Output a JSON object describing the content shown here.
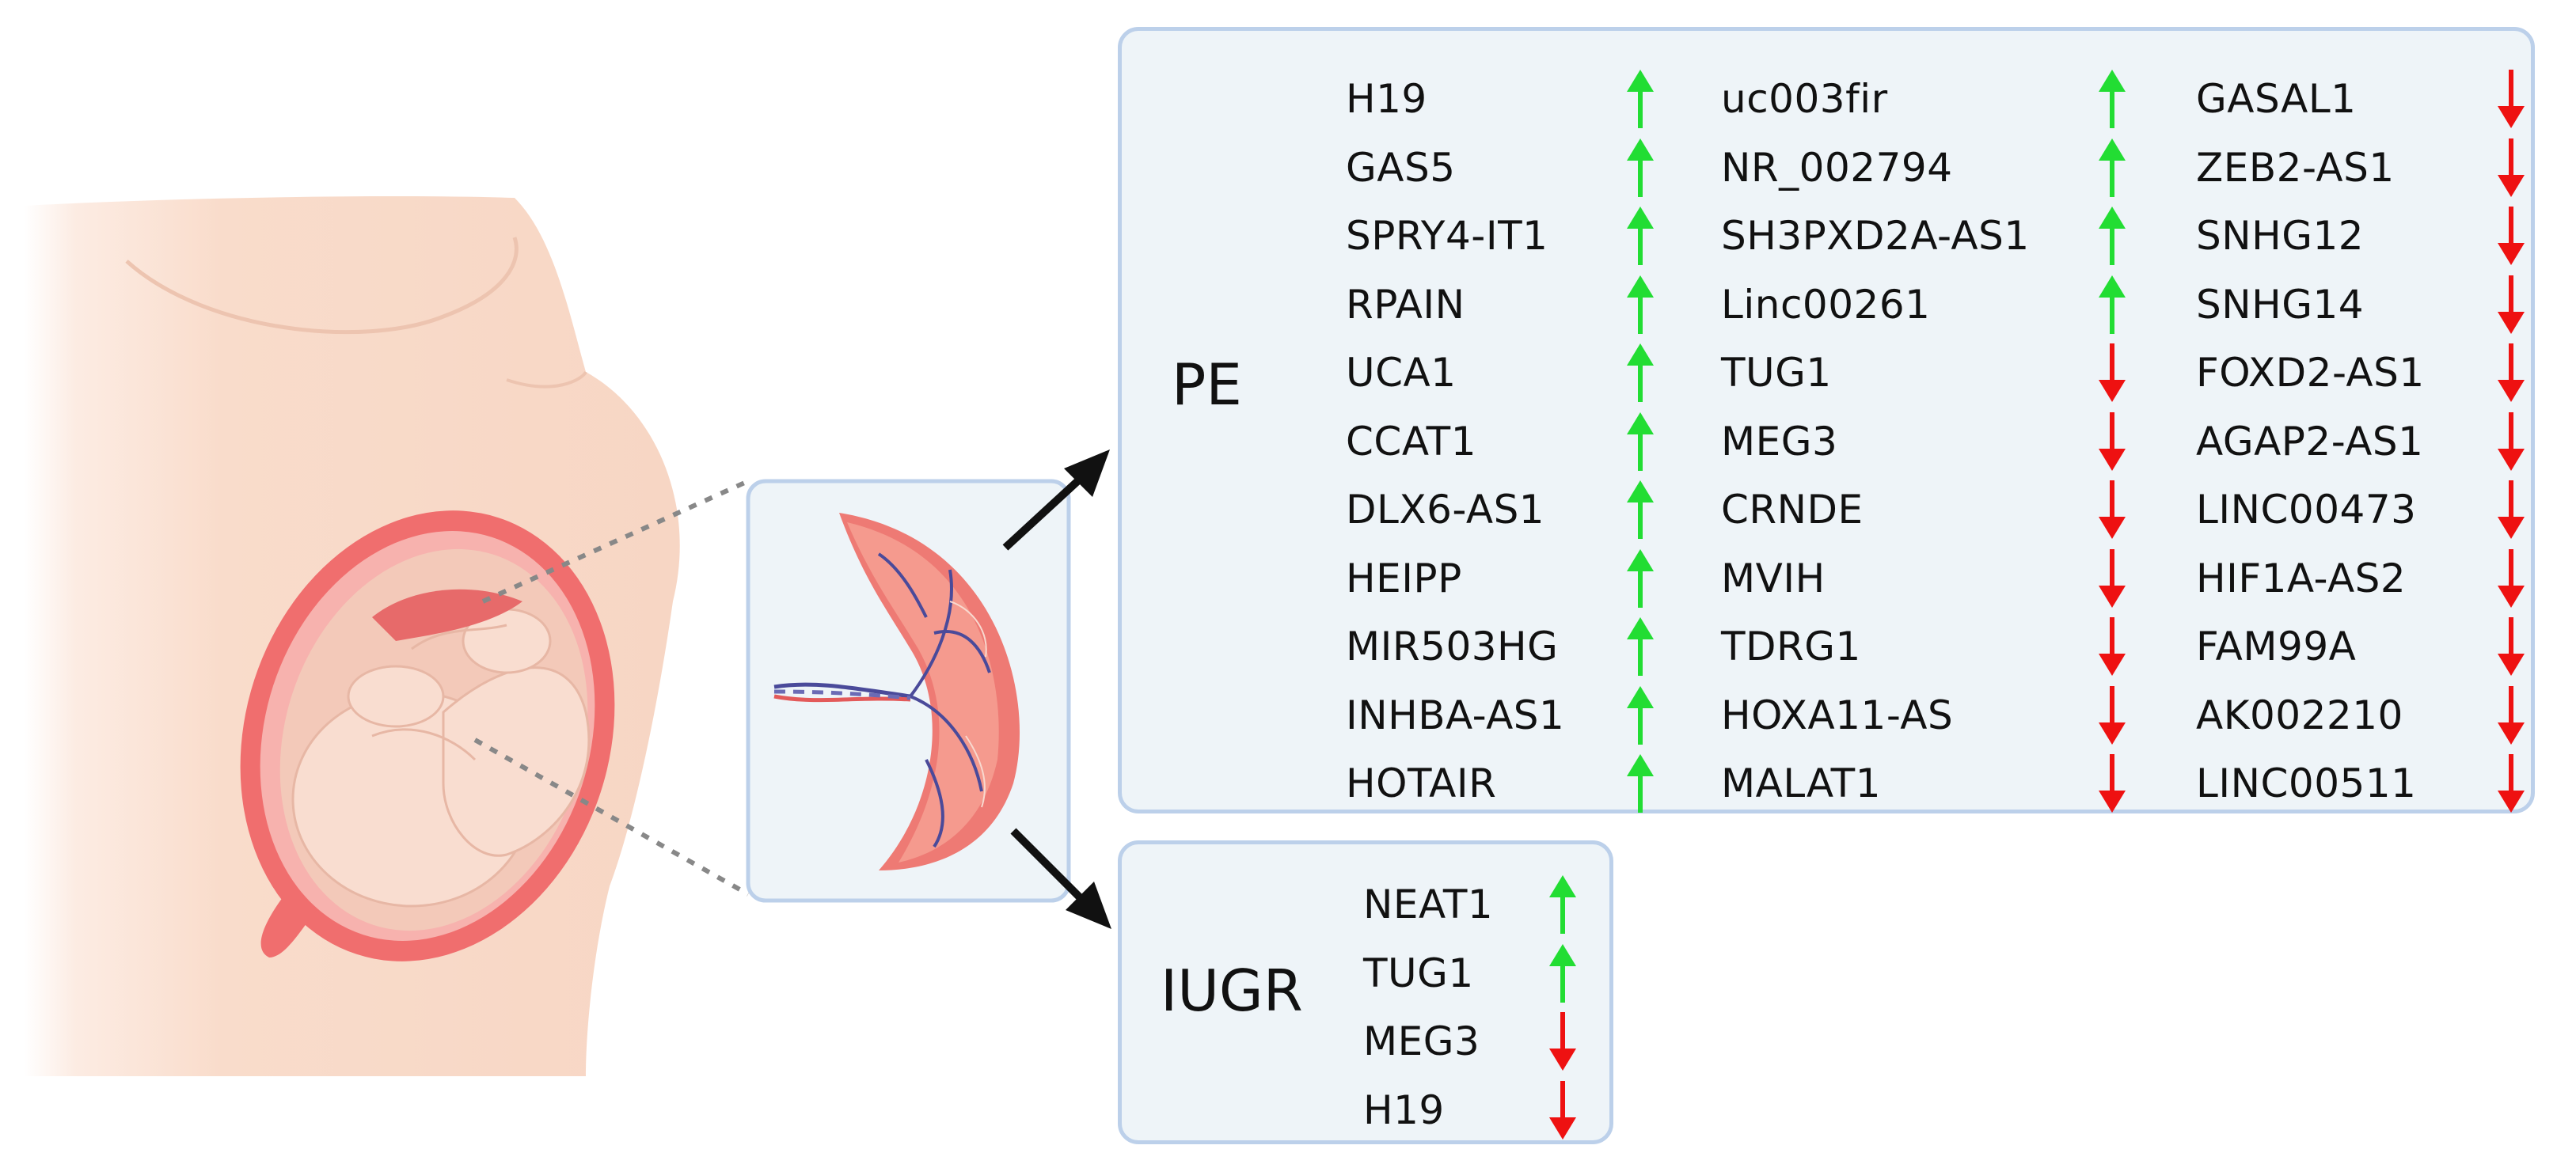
{
  "panels": {
    "pe": {
      "label": "PE",
      "columns": [
        [
          {
            "gene": "H19",
            "direction": "up"
          },
          {
            "gene": "GAS5",
            "direction": "up"
          },
          {
            "gene": "SPRY4-IT1",
            "direction": "up"
          },
          {
            "gene": "RPAIN",
            "direction": "up"
          },
          {
            "gene": "UCA1",
            "direction": "up"
          },
          {
            "gene": "CCAT1",
            "direction": "up"
          },
          {
            "gene": "DLX6-AS1",
            "direction": "up"
          },
          {
            "gene": "HEIPP",
            "direction": "up"
          },
          {
            "gene": "MIR503HG",
            "direction": "up"
          },
          {
            "gene": "INHBA-AS1",
            "direction": "up"
          },
          {
            "gene": "HOTAIR",
            "direction": "up"
          }
        ],
        [
          {
            "gene": "uc003fir",
            "direction": "up"
          },
          {
            "gene": "NR_002794",
            "direction": "up"
          },
          {
            "gene": "SH3PXD2A-AS1",
            "direction": "up"
          },
          {
            "gene": "Linc00261",
            "direction": "up"
          },
          {
            "gene": "TUG1",
            "direction": "down"
          },
          {
            "gene": "MEG3",
            "direction": "down"
          },
          {
            "gene": "CRNDE",
            "direction": "down"
          },
          {
            "gene": "MVIH",
            "direction": "down"
          },
          {
            "gene": "TDRG1",
            "direction": "down"
          },
          {
            "gene": "HOXA11-AS",
            "direction": "down"
          },
          {
            "gene": "MALAT1",
            "direction": "down"
          }
        ],
        [
          {
            "gene": "GASAL1",
            "direction": "down"
          },
          {
            "gene": "ZEB2-AS1",
            "direction": "down"
          },
          {
            "gene": "SNHG12",
            "direction": "down"
          },
          {
            "gene": "SNHG14",
            "direction": "down"
          },
          {
            "gene": "FOXD2-AS1",
            "direction": "down"
          },
          {
            "gene": "AGAP2-AS1",
            "direction": "down"
          },
          {
            "gene": "LINC00473",
            "direction": "down"
          },
          {
            "gene": "HIF1A-AS2",
            "direction": "down"
          },
          {
            "gene": "FAM99A",
            "direction": "down"
          },
          {
            "gene": "AK002210",
            "direction": "down"
          },
          {
            "gene": "LINC00511",
            "direction": "down"
          }
        ]
      ]
    },
    "iugr": {
      "label": "IUGR",
      "columns": [
        [
          {
            "gene": "NEAT1",
            "direction": "up"
          },
          {
            "gene": "TUG1",
            "direction": "up"
          },
          {
            "gene": "MEG3",
            "direction": "down"
          },
          {
            "gene": "H19",
            "direction": "down"
          }
        ]
      ]
    }
  },
  "colors": {
    "up_arrow": "#22dd33",
    "down_arrow": "#ee1111",
    "panel_background": "#eef4f8",
    "panel_border": "#bcd0ea"
  },
  "icons": {
    "up": "arrow-up-icon",
    "down": "arrow-down-icon",
    "illustration": "pregnant-woman-placenta-illustration"
  }
}
